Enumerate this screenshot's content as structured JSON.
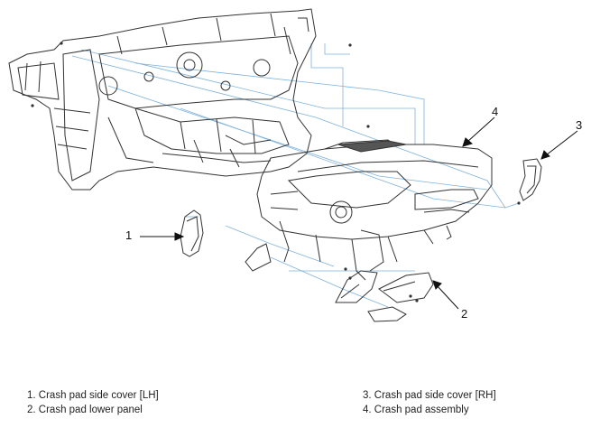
{
  "callouts": [
    "1",
    "2",
    "3",
    "4"
  ],
  "legend": {
    "left": [
      "1. Crash pad side cover [LH]",
      "2. Crash pad lower panel"
    ],
    "right": [
      "3. Crash pad side cover [RH]",
      "4. Crash pad assembly"
    ]
  },
  "colors": {
    "line": "#333333",
    "leader": "#6fa8d6",
    "text": "#111111"
  }
}
